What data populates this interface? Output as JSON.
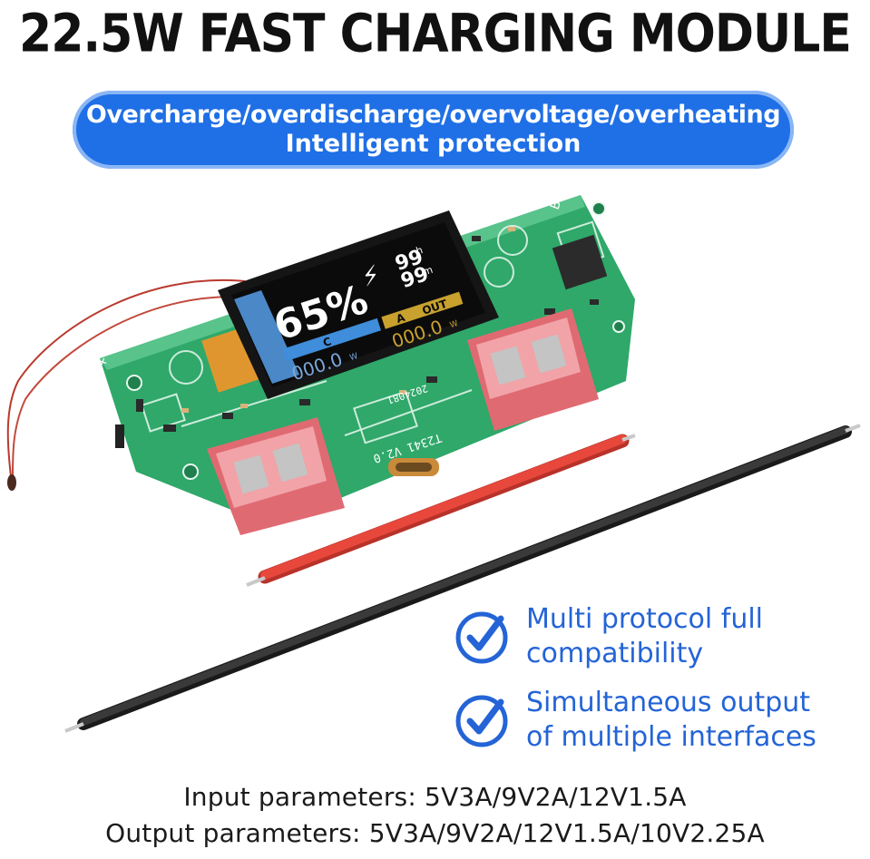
{
  "title": "22.5W FAST CHARGING MODULE",
  "banner": {
    "line1": "Overcharge/overdischarge/overvoltage/overheating",
    "line2": "Intelligent protection"
  },
  "display": {
    "percent": "65%",
    "top_right_1": "99",
    "top_right_2": "99",
    "unit_h": "h",
    "unit_m": "m",
    "left_label": "C",
    "right_label_a": "A",
    "right_label_out": "OUT",
    "left_reading": "000.0",
    "right_reading": "000.0",
    "reading_unit": "W"
  },
  "board": {
    "silk_version": "T2341 V2.0",
    "silk_date": "2024081",
    "pad_b_plus": "B+",
    "pad_b_minus": "B-"
  },
  "features": [
    {
      "line1": "Multi protocol full",
      "line2": "compatibility"
    },
    {
      "line1": "Simultaneous output",
      "line2": "of multiple interfaces"
    }
  ],
  "params": {
    "input": "Input parameters: 5V3A/9V2A/12V1.5A",
    "output": "Output parameters: 5V3A/9V2A/12V1.5A/10V2.25A"
  },
  "colors": {
    "banner_blue": "#1f6fe6",
    "feature_blue": "#2464d6",
    "pcb_green": "#2fa86a",
    "usb_red": "#e06a72",
    "wire_red": "#e8483c",
    "wire_black": "#2b2b2b"
  }
}
